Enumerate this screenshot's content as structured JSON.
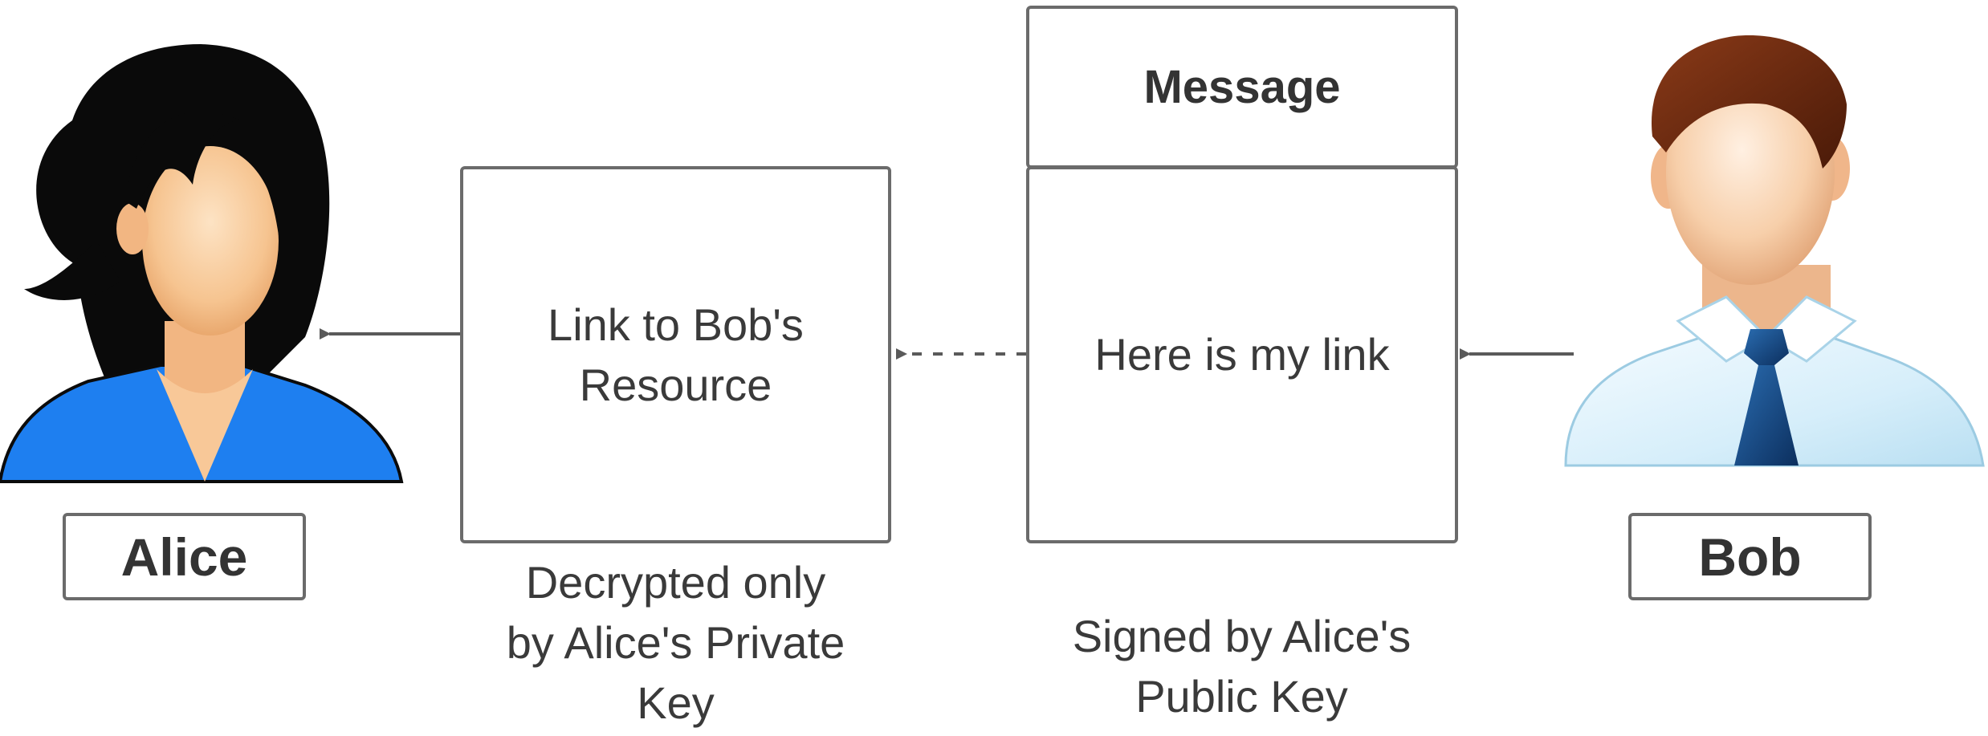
{
  "actors": {
    "alice": {
      "label": "Alice"
    },
    "bob": {
      "label": "Bob"
    }
  },
  "boxes": {
    "link_box": {
      "text": "Link to Bob's\nResource"
    },
    "message_header": {
      "text": "Message"
    },
    "message_body": {
      "text": "Here is my link"
    }
  },
  "captions": {
    "decrypt": "Decrypted only\nby Alice's Private\nKey",
    "signed": "Signed by Alice's\nPublic Key"
  },
  "colors": {
    "box_border": "#6b6b6b",
    "arrow": "#5a5a5a",
    "text": "#333333",
    "alice_hair": "#0a0a0a",
    "alice_shirt": "#1e7ff0",
    "skin": "#f8c898",
    "bob_hair": "#6a2a10",
    "bob_shirt": "#dff1fb",
    "bob_tie": "#123f7a"
  },
  "icons": {
    "alice": "female-user-avatar-icon",
    "bob": "male-user-avatar-icon"
  }
}
